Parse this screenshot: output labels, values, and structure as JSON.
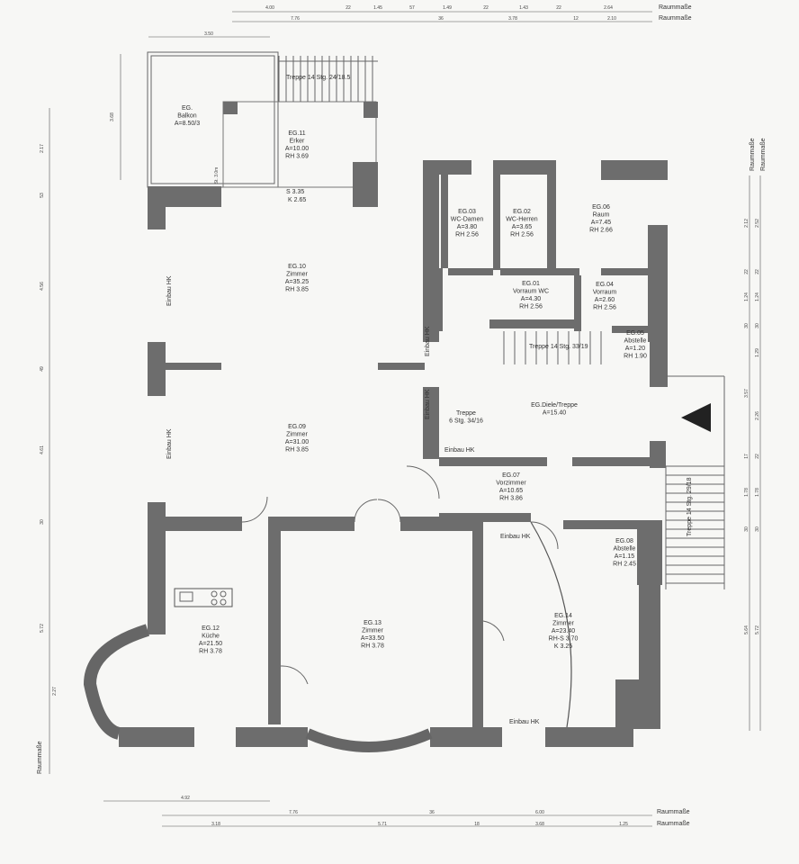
{
  "rooms": [
    {
      "id": "eg-balkon",
      "lines": [
        "EG.",
        "Balkon",
        "A=8.50/3"
      ]
    },
    {
      "id": "eg-11",
      "lines": [
        "EG.11",
        "Erker",
        "A=10.00",
        "RH 3.69"
      ]
    },
    {
      "id": "eg-10",
      "lines": [
        "EG.10",
        "Zimmer",
        "A=35.25",
        "RH 3.85"
      ]
    },
    {
      "id": "eg-09",
      "lines": [
        "EG.09",
        "Zimmer",
        "A=31.00",
        "RH 3.85"
      ]
    },
    {
      "id": "eg-03",
      "lines": [
        "EG.03",
        "WC-Damen",
        "A=3.80",
        "RH 2.56"
      ]
    },
    {
      "id": "eg-02",
      "lines": [
        "EG.02",
        "WC-Herren",
        "A=3.65",
        "RH 2.56"
      ]
    },
    {
      "id": "eg-06",
      "lines": [
        "EG.06",
        "Raum",
        "A=7.45",
        "RH 2.66"
      ]
    },
    {
      "id": "eg-01",
      "lines": [
        "EG.01",
        "Vorraum WC",
        "A=4.30",
        "RH 2.56"
      ]
    },
    {
      "id": "eg-04",
      "lines": [
        "EG.04",
        "Vorraum",
        "A=2.60",
        "RH 2.56"
      ]
    },
    {
      "id": "eg-05",
      "lines": [
        "EG.05",
        "Abstelle",
        "A=1.20",
        "RH 1.90"
      ]
    },
    {
      "id": "eg-treppe",
      "lines": [
        "Treppe",
        "6 Stg. 34/16"
      ]
    },
    {
      "id": "eg-diele",
      "lines": [
        "EG.Diele/Treppe",
        "A=15.40"
      ]
    },
    {
      "id": "eg-07",
      "lines": [
        "EG.07",
        "Vorzimmer",
        "A=10.65",
        "RH 3.86"
      ]
    },
    {
      "id": "eg-08",
      "lines": [
        "EG.08",
        "Abstelle",
        "A=1.15",
        "RH 2.45"
      ]
    },
    {
      "id": "eg-12",
      "lines": [
        "EG.12",
        "Küche",
        "A=21.50",
        "RH 3.78"
      ]
    },
    {
      "id": "eg-13",
      "lines": [
        "EG.13",
        "Zimmer",
        "A=33.50",
        "RH 3.78"
      ]
    },
    {
      "id": "eg-14",
      "lines": [
        "EG.14",
        "Zimmer",
        "A=23.40",
        "RH-S 3.70",
        "K 3.25"
      ]
    }
  ],
  "labels": {
    "treppe_top": "Treppe 14 Stg. 24/18.5",
    "treppe_mid": "Treppe 14 Stg. 33/19",
    "treppe_right": "Treppe 14 Stg. 29/18",
    "erker_sk": "S 3.35",
    "erker_k": "K 2.65",
    "erker_side": "St. 3.0m",
    "einbau_hk": "Einbau HK",
    "raummasse": "Raummaße"
  },
  "dims": {
    "top_row1": [
      "4.00",
      "22",
      "1.45",
      "57",
      "1.49",
      "22",
      "1.43",
      "22",
      "2.64"
    ],
    "top_row2": [
      "7.76",
      "36",
      "3.78",
      "12",
      "2.10"
    ],
    "top_row3": [
      "3.50"
    ],
    "bottom_row1": [
      "4.92"
    ],
    "bottom_row2": [
      "7.76",
      "36",
      "6.00"
    ],
    "bottom_row3": [
      "3.18",
      "5.71",
      "18",
      "3.68",
      "1.25"
    ],
    "left_upper": [
      "3.68",
      "2.17",
      "53",
      "4.56",
      "49",
      "4.61",
      "30",
      "5.72",
      "2.27"
    ],
    "right_col1": [
      "2.12",
      "22",
      "1.24",
      "30",
      "3.57",
      "17",
      "1.78",
      "30",
      "5.64"
    ],
    "right_col2": [
      "2.52",
      "22",
      "1.24",
      "30",
      "1.29",
      "2.26",
      "22",
      "1.78",
      "30",
      "5.72"
    ]
  }
}
